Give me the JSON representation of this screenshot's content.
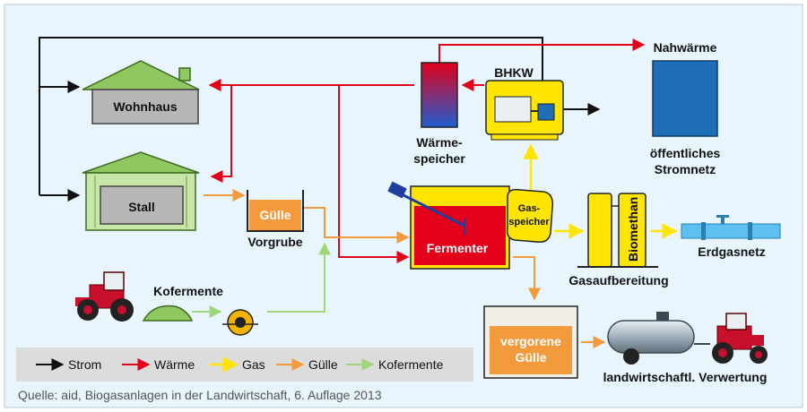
{
  "labels": {
    "wohnhaus": "Wohnhaus",
    "stall": "Stall",
    "guelle": "Gülle",
    "vorgrube": "Vorgrube",
    "kofermente": "Kofermente",
    "waermespeicher_1": "Wärme-",
    "waermespeicher_2": "speicher",
    "bhkw": "BHKW",
    "nahwaerme": "Nahwärme",
    "stromnetz_1": "öffentliches",
    "stromnetz_2": "Stromnetz",
    "fermenter": "Fermenter",
    "gasspeicher_1": "Gas-",
    "gasspeicher_2": "speicher",
    "biomethan": "Biomethan",
    "gasaufbereitung": "Gasaufbereitung",
    "erdgasnetz": "Erdgasnetz",
    "vergorene_1": "vergorene",
    "vergorene_2": "Gülle",
    "verwertung": "landwirtschaftl. Verwertung"
  },
  "legend": [
    {
      "label": "Strom",
      "color": "#111111"
    },
    {
      "label": "Wärme",
      "color": "#e2001a"
    },
    {
      "label": "Gas",
      "color": "#ffe500"
    },
    {
      "label": "Gülle",
      "color": "#f39a3c"
    },
    {
      "label": "Kofermente",
      "color": "#9fd67a"
    }
  ],
  "source": "Quelle: aid, Biogasanlagen in der Landwirtschaft, 6. Auflage 2013",
  "colors": {
    "background": "#e8f5fc",
    "strom": "#111111",
    "waerme": "#e2001a",
    "gas": "#ffe500",
    "guelle": "#f39a3c",
    "kofermente": "#9fd67a",
    "roof_green": "#8fc860",
    "tank_yellow": "#ffe500",
    "fermenter_red": "#e2001a",
    "grid_blue": "#1f6fb8",
    "pipe_blue": "#5ec0f0",
    "tractor_red": "#c8102e"
  }
}
